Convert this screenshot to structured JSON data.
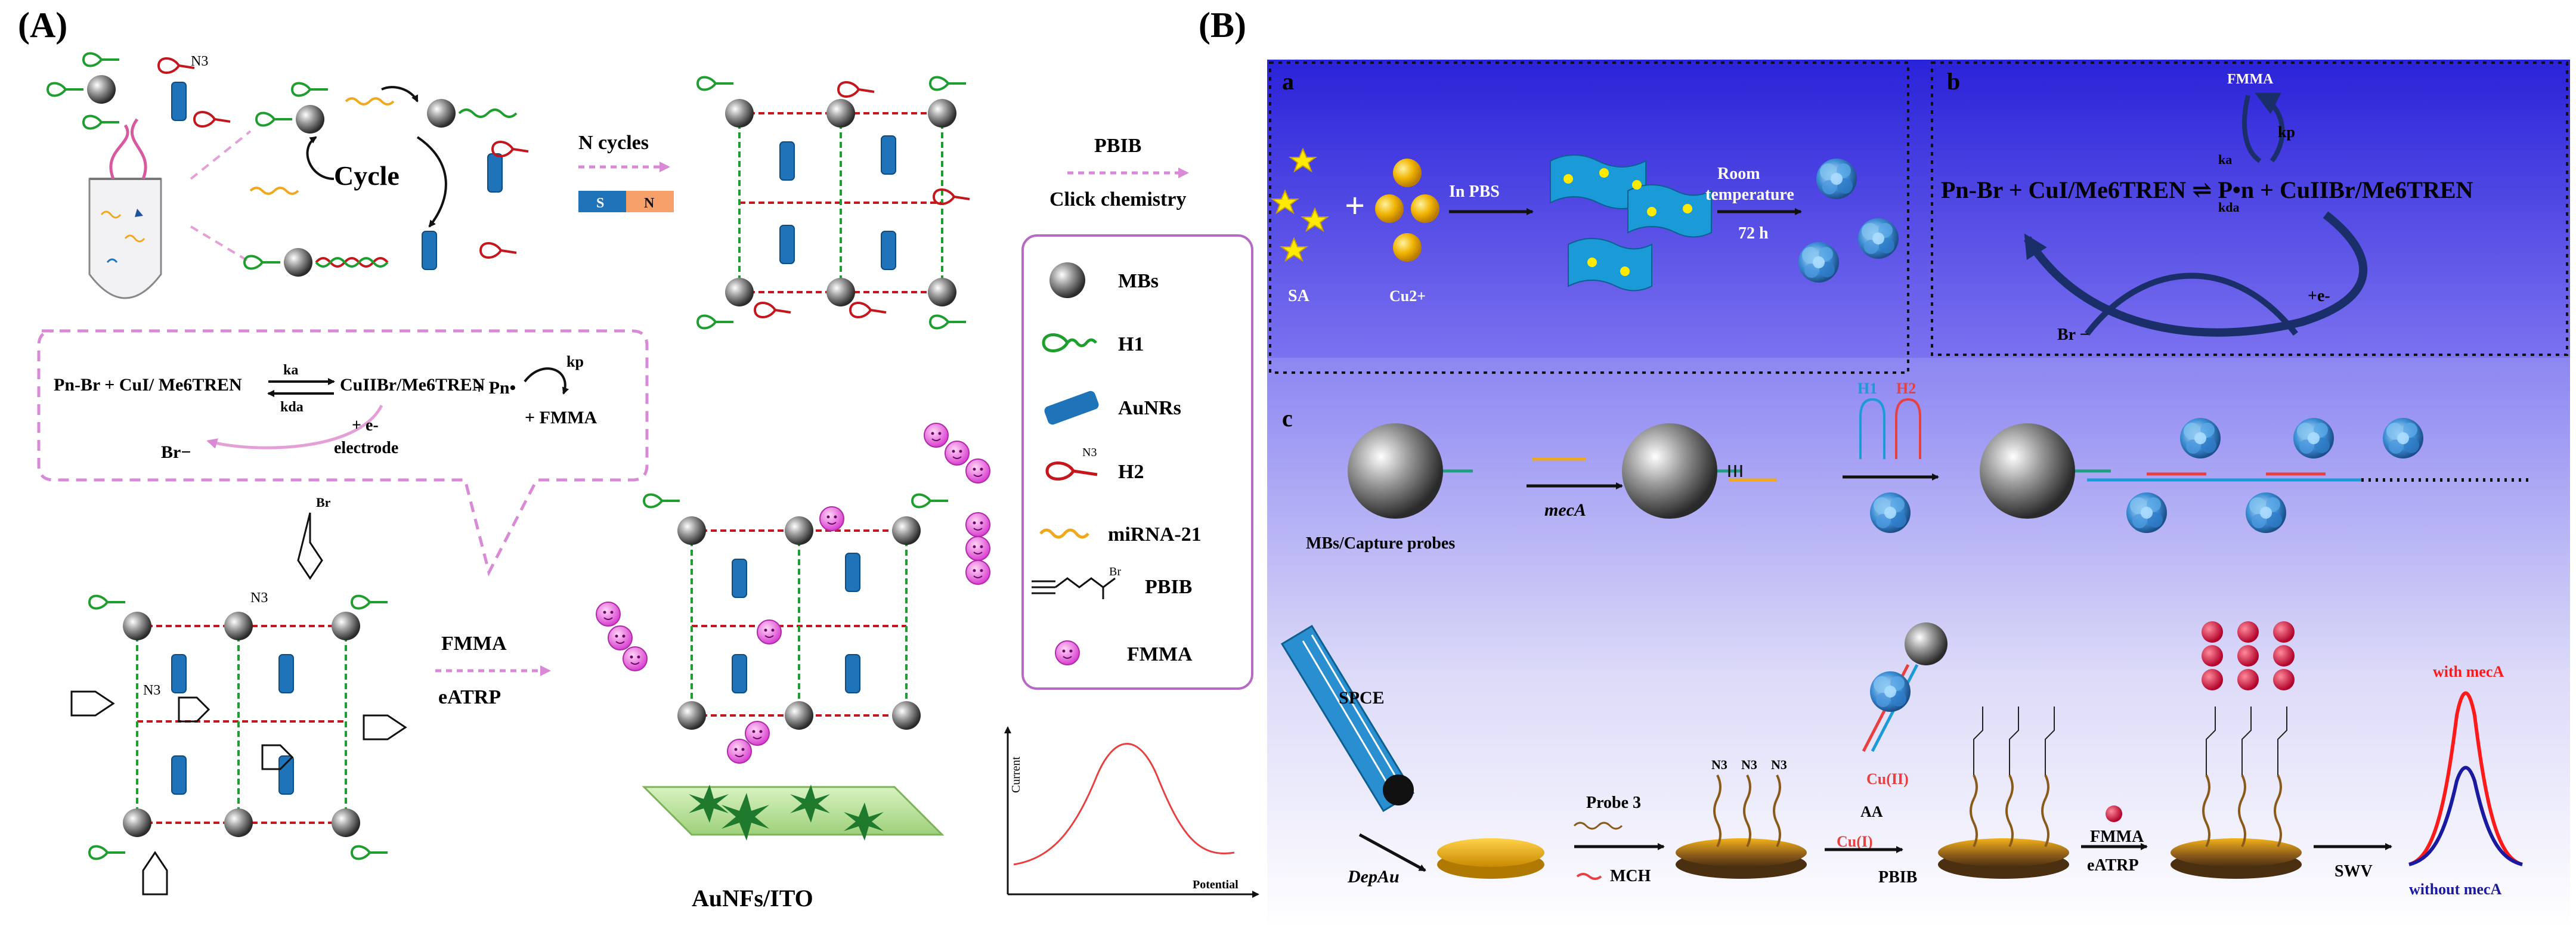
{
  "panelA": {
    "label": "(A)",
    "cycle_label": "Cycle",
    "n_cycles_label": "N cycles",
    "magnet_s": "S",
    "magnet_n": "N",
    "pbib_label": "PBIB",
    "click_label": "Click chemistry",
    "reaction": {
      "left": "Pn-Br + CuI/ Me6TREN",
      "ka": "ka",
      "kda": "kda",
      "right": "CuIIBr/Me6TREN",
      "radical": "+ Pn•",
      "kp": "kp",
      "fmma": "+ FMMA",
      "electron": "+ e-",
      "electrode": "electrode",
      "br": "Br−"
    },
    "fmma_step": "FMMA",
    "eatrp_step": "eATRP",
    "surface_label": "AuNFs/ITO",
    "n3": "N3",
    "br": "Br",
    "legend": [
      {
        "icon": "mb-sphere-icon",
        "label": "MBs"
      },
      {
        "icon": "h1-hairpin-icon",
        "label": "H1"
      },
      {
        "icon": "aunr-rod-icon",
        "label": "AuNRs"
      },
      {
        "icon": "h2-hairpin-icon",
        "label": "H2"
      },
      {
        "icon": "mirna-wave-icon",
        "label": "miRNA-21"
      },
      {
        "icon": "pbib-structure-icon",
        "label": "PBIB"
      },
      {
        "icon": "fmma-bead-icon",
        "label": "FMMA"
      }
    ],
    "plot": {
      "ylabel": "Current",
      "xlabel": "Potential"
    }
  },
  "panelB": {
    "label": "(B)",
    "sub_a": "a",
    "sub_b": "b",
    "sub_c": "c",
    "sa": "SA",
    "cu": "Cu2+",
    "in_pbs": "In PBS",
    "room_temp_1": "Room",
    "room_temp_2": "temperature",
    "time": "72 h",
    "fmma": "FMMA",
    "kp": "kp",
    "ka": "ka",
    "kda": "kda",
    "equation": "Pn-Br + CuI/Me6TREN ⇌ P•n + CuIIBr/Me6TREN",
    "electron": "+e-",
    "br": "Br −",
    "h1": "H1",
    "h2": "H2",
    "meca": "mecA",
    "mbs_probes": "MBs/Capture probes",
    "spce": "SPCE",
    "depau": "DepAu",
    "probe3": "Probe 3",
    "mch": "MCH",
    "cu_ii": "Cu(II)",
    "aa": "AA",
    "cu_i": "Cu(I)",
    "pbib": "PBIB",
    "fmma_2": "FMMA",
    "eatrp": "eATRP",
    "swv": "SWV",
    "with_meca": "with mecA",
    "without_meca": "without mecA",
    "n3": "N3",
    "colors": {
      "with": "#ff1a1a",
      "without": "#1a1aa0"
    }
  }
}
